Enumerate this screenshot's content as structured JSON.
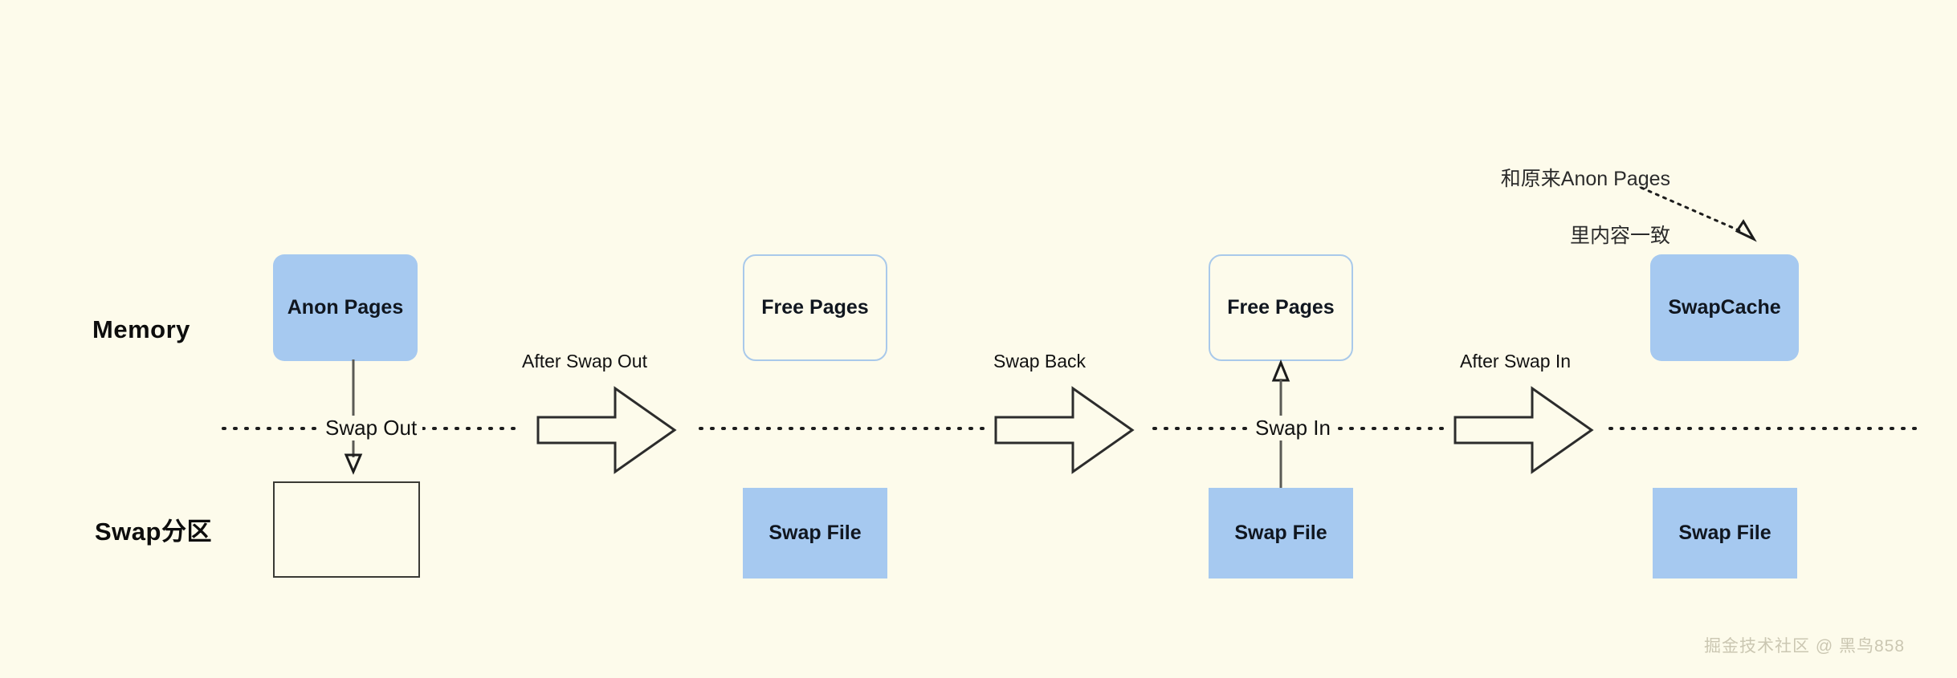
{
  "diagram": {
    "title_hidden": "",
    "background_color": "#fdfbeb",
    "accent_blue": "#a6c9f0",
    "outline_blue": "#a9c9ea",
    "line_color": "#3a3a35"
  },
  "row_labels": {
    "memory": "Memory",
    "swap": "Swap分区"
  },
  "stages": [
    {
      "id": "stage-1",
      "memory_node": {
        "label": "Anon Pages",
        "style": "filled-rounded"
      },
      "swap_node": {
        "label": "",
        "style": "empty-square"
      },
      "flow_label": "Swap Out",
      "flow_direction": "down",
      "transition_label": "After Swap Out"
    },
    {
      "id": "stage-2",
      "memory_node": {
        "label": "Free Pages",
        "style": "outline-rounded"
      },
      "swap_node": {
        "label": "Swap File",
        "style": "filled-square"
      },
      "flow_label": "",
      "flow_direction": "none",
      "transition_label": "Swap Back"
    },
    {
      "id": "stage-3",
      "memory_node": {
        "label": "Free Pages",
        "style": "outline-rounded"
      },
      "swap_node": {
        "label": "Swap File",
        "style": "filled-square"
      },
      "flow_label": "Swap In",
      "flow_direction": "up",
      "transition_label": "After Swap In"
    },
    {
      "id": "stage-4",
      "memory_node": {
        "label": "SwapCache",
        "style": "filled-rounded"
      },
      "swap_node": {
        "label": "Swap File",
        "style": "filled-square"
      },
      "flow_label": "",
      "flow_direction": "none",
      "transition_label": ""
    }
  ],
  "annotation": {
    "line1": "和原来Anon Pages",
    "line2": "里内容一致",
    "points_to": "SwapCache"
  },
  "watermark": {
    "text": "掘金技术社区 @ 黑鸟858"
  }
}
